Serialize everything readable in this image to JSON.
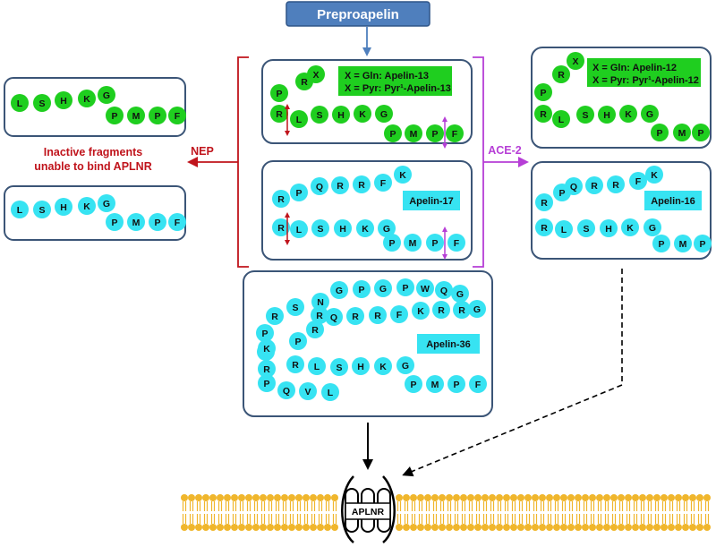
{
  "title": "Preproapelin",
  "colors": {
    "green": "#1fce1f",
    "cyan": "#37e3f2",
    "box_border": "#3b5577",
    "title_fill": "#4f7fbd",
    "nep": "#c0141c",
    "ace2": "#b63ed6",
    "membrane": "#f0b62c"
  },
  "enzymes": {
    "nep": "NEP",
    "ace2": "ACE-2"
  },
  "inactive_note": [
    "Inactive fragments",
    "unable to bind APLNR"
  ],
  "peptides": {
    "apelin13": {
      "lines": [
        "X = Gln: Apelin-13",
        "X = Pyr: Pyr¹-Apelin-13"
      ],
      "residues": [
        "X",
        "R",
        "P",
        "R",
        "L",
        "S",
        "H",
        "K",
        "G",
        "P",
        "M",
        "P",
        "F"
      ]
    },
    "apelin12": {
      "lines": [
        "X = Gln: Apelin-12",
        "X = Pyr: Pyr¹-Apelin-12"
      ],
      "residues": [
        "X",
        "R",
        "P",
        "R",
        "L",
        "S",
        "H",
        "K",
        "G",
        "P",
        "M",
        "P"
      ]
    },
    "apelin17": {
      "label": "Apelin-17",
      "residues": [
        "K",
        "F",
        "R",
        "R",
        "Q",
        "R",
        "P",
        "R",
        "L",
        "S",
        "H",
        "K",
        "G",
        "P",
        "M",
        "P",
        "F"
      ]
    },
    "apelin16": {
      "label": "Apelin-16",
      "residues": [
        "K",
        "F",
        "R",
        "R",
        "Q",
        "R",
        "P",
        "R",
        "L",
        "S",
        "H",
        "K",
        "G",
        "P",
        "M",
        "P"
      ]
    },
    "apelin36": {
      "label": "Apelin-36",
      "residues": [
        "L",
        "V",
        "Q",
        "P",
        "R",
        "G",
        "P",
        "R",
        "S",
        "K",
        "R",
        "N",
        "G",
        "P",
        "G",
        "P",
        "W",
        "Q",
        "G",
        "G",
        "R",
        "R",
        "K",
        "F",
        "R",
        "R",
        "Q",
        "R",
        "P",
        "R",
        "L",
        "S",
        "H",
        "K",
        "G",
        "P",
        "M",
        "P",
        "F"
      ]
    },
    "fragment_green": {
      "residues": [
        "L",
        "S",
        "H",
        "K",
        "G",
        "P",
        "M",
        "P",
        "F"
      ]
    },
    "fragment_cyan": {
      "residues": [
        "L",
        "S",
        "H",
        "K",
        "G",
        "P",
        "M",
        "P",
        "F"
      ]
    }
  },
  "receptor": "APLNR"
}
